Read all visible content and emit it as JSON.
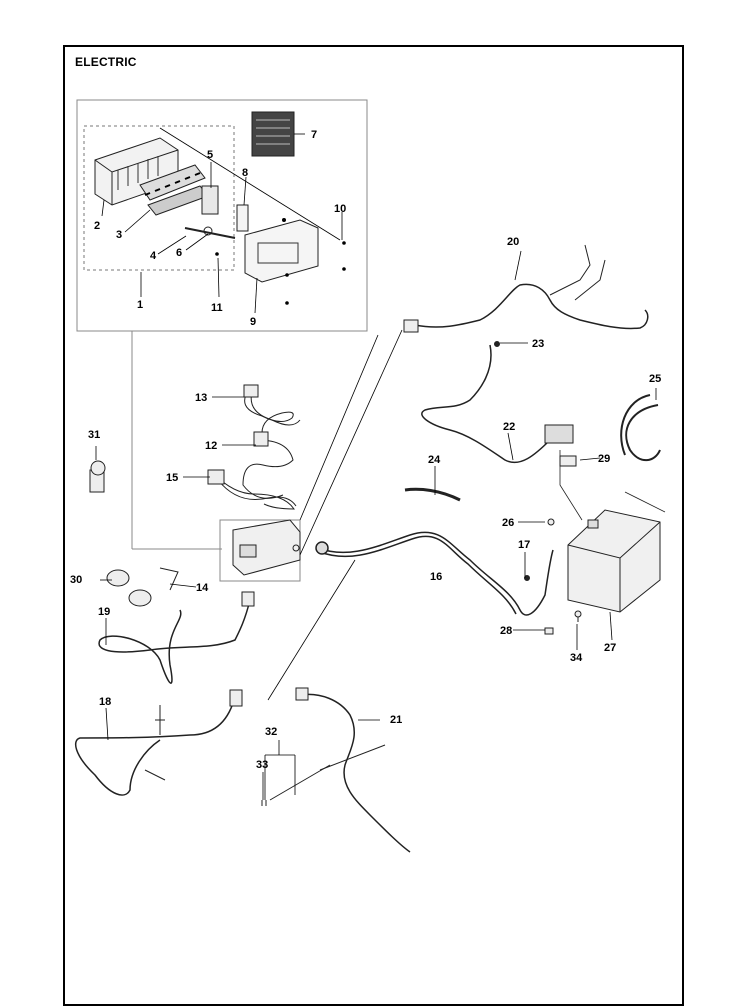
{
  "title": "ELECTRIC",
  "callouts": {
    "c1": "1",
    "c2": "2",
    "c3": "3",
    "c4": "4",
    "c5": "5",
    "c6": "6",
    "c7": "7",
    "c8": "8",
    "c9": "9",
    "c10": "10",
    "c11": "11",
    "c12": "12",
    "c13": "13",
    "c14": "14",
    "c15": "15",
    "c16": "16",
    "c17": "17",
    "c18": "18",
    "c19": "19",
    "c20": "20",
    "c21": "21",
    "c22": "22",
    "c23": "23",
    "c24": "24",
    "c25": "25",
    "c26": "26",
    "c27": "27",
    "c28": "28",
    "c29": "29",
    "c30": "30",
    "c31": "31",
    "c32": "32",
    "c33": "33",
    "c34": "34"
  }
}
